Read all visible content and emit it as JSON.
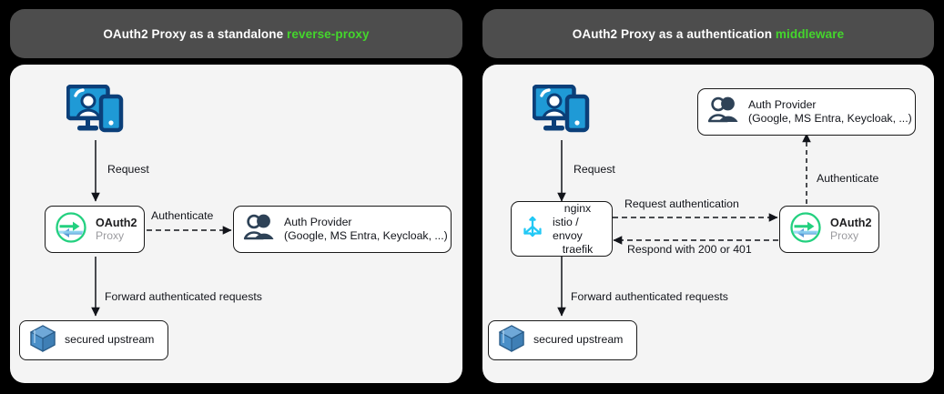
{
  "colors": {
    "page_background": "#000000",
    "header_bar": "#4d4d4d",
    "header_text": "#ffffff",
    "header_accent": "#44d62c",
    "panel_background": "#f4f4f4",
    "node_border": "#1a1a1a",
    "node_fill": "#ffffff",
    "client_icon_blue": "#1f9ad6",
    "client_icon_navy": "#0b3f79",
    "oauth2_logo_green": "#23d07f",
    "oauth2_logo_blue": "#5b9bd5",
    "auth_provider_icon": "#2e4257",
    "upstream_cube_blue": "#4a8fc8",
    "proxy_icon_cyan": "#22c8f5"
  },
  "panels": [
    {
      "id": "standalone",
      "header": {
        "prefix": "OAuth2 Proxy as a standalone ",
        "accent": "reverse-proxy"
      },
      "nodes": {
        "client": {
          "icon": "client-devices-icon"
        },
        "oauth2_proxy": {
          "icon": "oauth2-proxy-logo-icon",
          "title": "OAuth2",
          "subtitle": "Proxy"
        },
        "auth_provider": {
          "icon": "auth-provider-people-icon",
          "line1": "Auth Provider",
          "line2": "(Google, MS Entra, Keycloak, ...)"
        },
        "upstream": {
          "icon": "cube-icon",
          "label": "secured upstream"
        }
      },
      "edges": [
        {
          "id": "client-to-proxy",
          "label": "Request",
          "style": "solid"
        },
        {
          "id": "proxy-to-auth-provider",
          "label": "Authenticate",
          "style": "dashed"
        },
        {
          "id": "proxy-to-upstream",
          "label": "Forward authenticated requests",
          "style": "solid"
        }
      ]
    },
    {
      "id": "middleware",
      "header": {
        "prefix": "OAuth2 Proxy as a authentication ",
        "accent": "middleware"
      },
      "nodes": {
        "client": {
          "icon": "client-devices-icon"
        },
        "ingress": {
          "icon": "traffic-router-icon",
          "lines": [
            "nginx",
            "istio / envoy",
            "traefik"
          ]
        },
        "oauth2_proxy": {
          "icon": "oauth2-proxy-logo-icon",
          "title": "OAuth2",
          "subtitle": "Proxy"
        },
        "auth_provider": {
          "icon": "auth-provider-people-icon",
          "line1": "Auth Provider",
          "line2": "(Google, MS Entra, Keycloak, ...)"
        },
        "upstream": {
          "icon": "cube-icon",
          "label": "secured upstream"
        }
      },
      "edges": [
        {
          "id": "client-to-ingress",
          "label": "Request",
          "style": "solid"
        },
        {
          "id": "ingress-to-proxy",
          "label": "Request authentication",
          "style": "dashed"
        },
        {
          "id": "proxy-to-ingress",
          "label": "Respond with 200 or 401",
          "style": "dashed"
        },
        {
          "id": "proxy-to-auth-provider",
          "label": "Authenticate",
          "style": "dashed"
        },
        {
          "id": "ingress-to-upstream",
          "label": "Forward authenticated requests",
          "style": "solid"
        }
      ]
    }
  ]
}
